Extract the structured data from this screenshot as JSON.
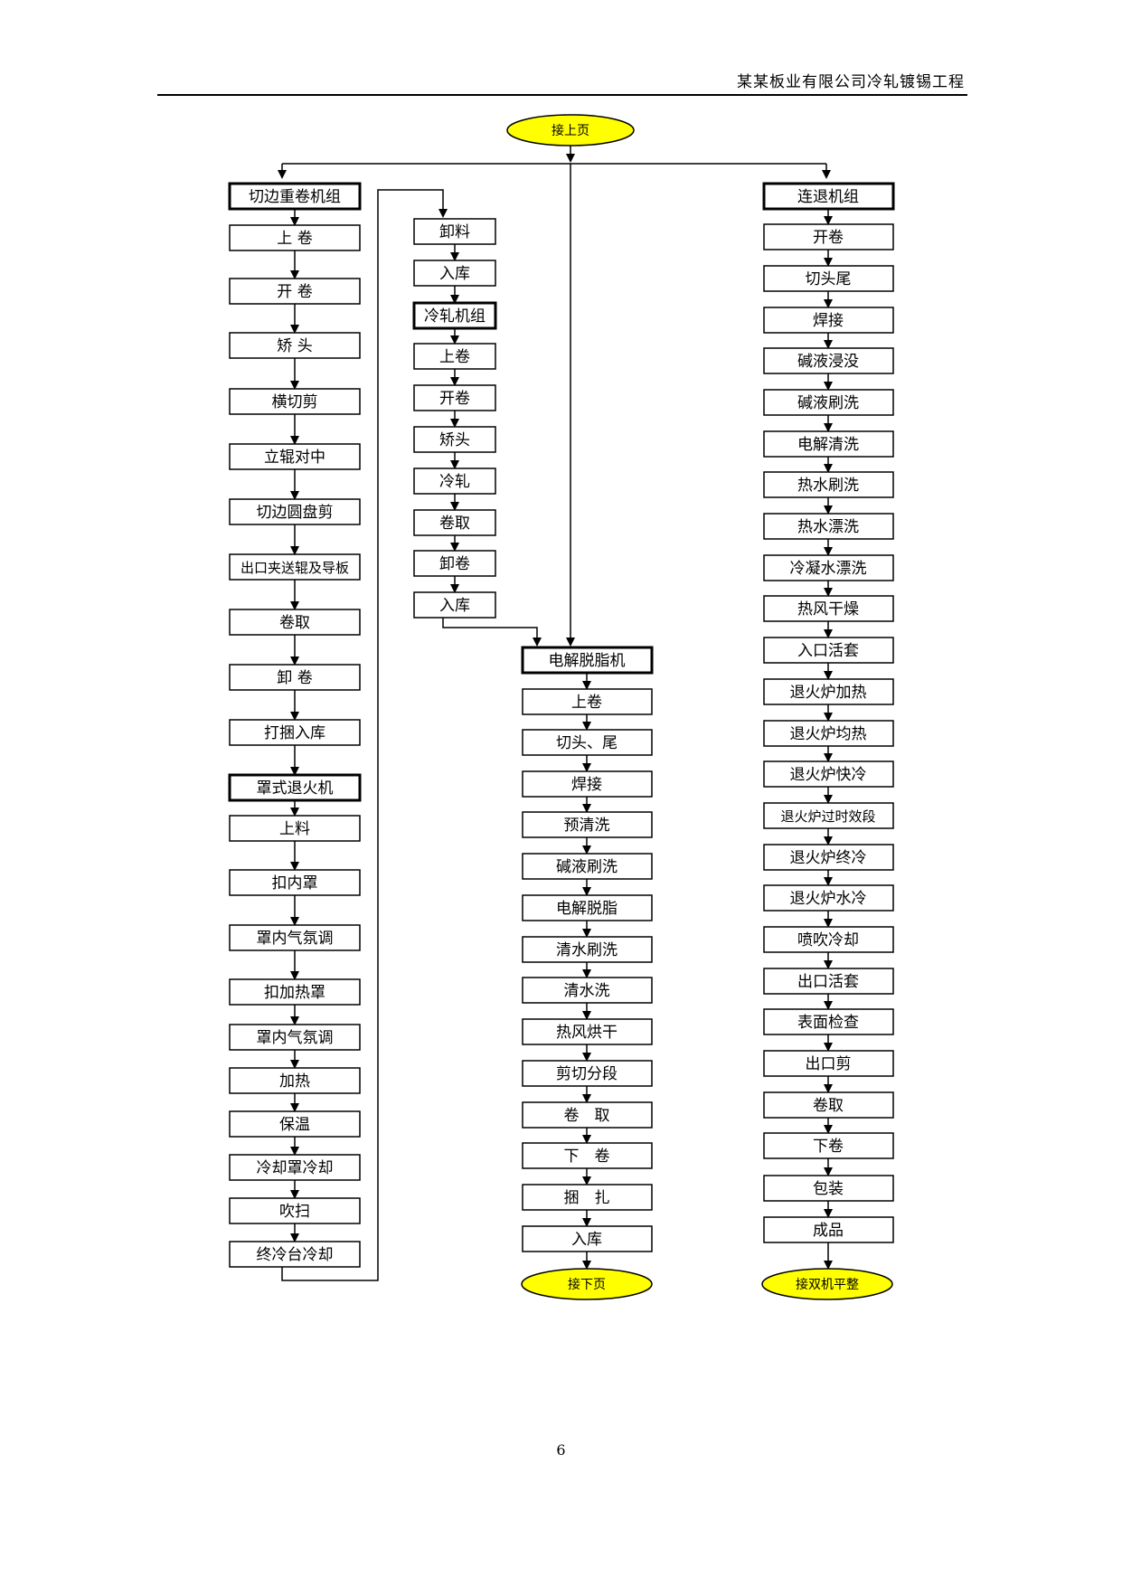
{
  "header": {
    "title": "某某板业有限公司冷轧镀锡工程"
  },
  "page_number": "6",
  "colors": {
    "terminal_fill": "#ffff00",
    "line": "#000000",
    "box_fill": "#ffffff"
  },
  "terminals": {
    "top": "接上页",
    "bottom_mid": "接下页",
    "bottom_right": "接双机平整"
  },
  "columns": {
    "col1": [
      {
        "label": "切边重卷机组",
        "header": true
      },
      {
        "label": "上 卷"
      },
      {
        "label": "开 卷"
      },
      {
        "label": "矫 头"
      },
      {
        "label": "横切剪"
      },
      {
        "label": "立辊对中"
      },
      {
        "label": "切边圆盘剪"
      },
      {
        "label": "出口夹送辊及导板"
      },
      {
        "label": "卷取"
      },
      {
        "label": "卸 卷"
      },
      {
        "label": "打捆入库"
      },
      {
        "label": "罩式退火机",
        "header": true
      },
      {
        "label": "上料"
      },
      {
        "label": "扣内罩"
      },
      {
        "label": "罩内气氛调"
      },
      {
        "label": "扣加热罩"
      },
      {
        "label": "罩内气氛调"
      },
      {
        "label": "加热"
      },
      {
        "label": "保温"
      },
      {
        "label": "冷却罩冷却"
      },
      {
        "label": "吹扫"
      },
      {
        "label": "终冷台冷却"
      }
    ],
    "col2": [
      {
        "label": "卸料"
      },
      {
        "label": "入库"
      },
      {
        "label": "冷轧机组",
        "header": true
      },
      {
        "label": "上卷"
      },
      {
        "label": "开卷"
      },
      {
        "label": "矫头"
      },
      {
        "label": "冷轧"
      },
      {
        "label": "卷取"
      },
      {
        "label": "卸卷"
      },
      {
        "label": "入库"
      }
    ],
    "col3": [
      {
        "label": "电解脱脂机",
        "header": true
      },
      {
        "label": "上卷"
      },
      {
        "label": "切头、尾"
      },
      {
        "label": "焊接"
      },
      {
        "label": "预清洗"
      },
      {
        "label": "碱液刷洗"
      },
      {
        "label": "电解脱脂"
      },
      {
        "label": "清水刷洗"
      },
      {
        "label": "清水洗"
      },
      {
        "label": "热风烘干"
      },
      {
        "label": "剪切分段"
      },
      {
        "label": "卷　取"
      },
      {
        "label": "下　卷"
      },
      {
        "label": "捆　扎"
      },
      {
        "label": "入库"
      }
    ],
    "col4": [
      {
        "label": "连退机组",
        "header": true
      },
      {
        "label": "开卷"
      },
      {
        "label": "切头尾"
      },
      {
        "label": "焊接"
      },
      {
        "label": "碱液浸没"
      },
      {
        "label": "碱液刷洗"
      },
      {
        "label": "电解清洗"
      },
      {
        "label": "热水刷洗"
      },
      {
        "label": "热水漂洗"
      },
      {
        "label": "冷凝水漂洗"
      },
      {
        "label": "热风干燥"
      },
      {
        "label": "入口活套"
      },
      {
        "label": "退火炉加热"
      },
      {
        "label": "退火炉均热"
      },
      {
        "label": "退火炉快冷"
      },
      {
        "label": "退火炉过时效段"
      },
      {
        "label": "退火炉终冷"
      },
      {
        "label": "退火炉水冷"
      },
      {
        "label": "喷吹冷却"
      },
      {
        "label": "出口活套"
      },
      {
        "label": "表面检查"
      },
      {
        "label": "出口剪"
      },
      {
        "label": "卷取"
      },
      {
        "label": "下卷"
      },
      {
        "label": "包装"
      },
      {
        "label": "成品"
      }
    ]
  }
}
